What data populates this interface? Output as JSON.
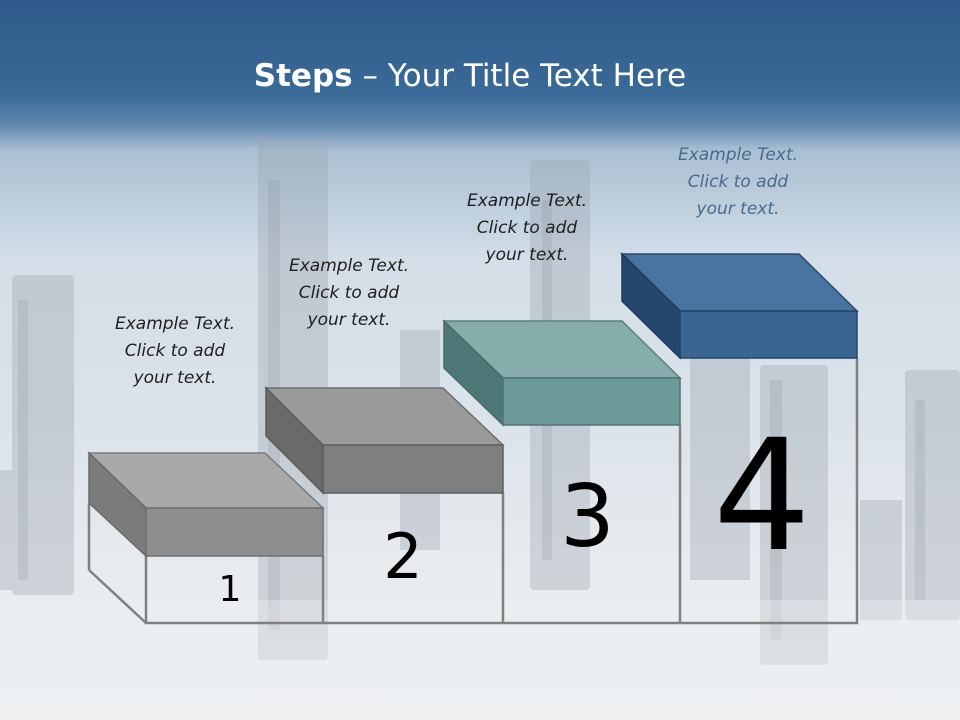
{
  "slide": {
    "title_bold": "Steps",
    "title_rest": " – Your Title Text Here"
  },
  "colors": {
    "header_blue": "#2e5b8a",
    "step1_top": "#9a9a9a",
    "step2_top": "#8a8a8a",
    "step3_top": "#6e9a9a",
    "step4_top": "#3f6a98"
  },
  "steps": [
    {
      "number": "1",
      "text": [
        "Example Text.",
        "Click  to add",
        "your text."
      ],
      "text_color": "#1f1f1f"
    },
    {
      "number": "2",
      "text": [
        "Example Text.",
        "Click  to add",
        "your text."
      ],
      "text_color": "#1f1f1f"
    },
    {
      "number": "3",
      "text": [
        "Example Text.",
        "Click  to add",
        "your text."
      ],
      "text_color": "#1f1f1f"
    },
    {
      "number": "4",
      "text": [
        "Example Text.",
        "Click  to add",
        "your text."
      ],
      "text_color": "#4a6a8c"
    }
  ]
}
